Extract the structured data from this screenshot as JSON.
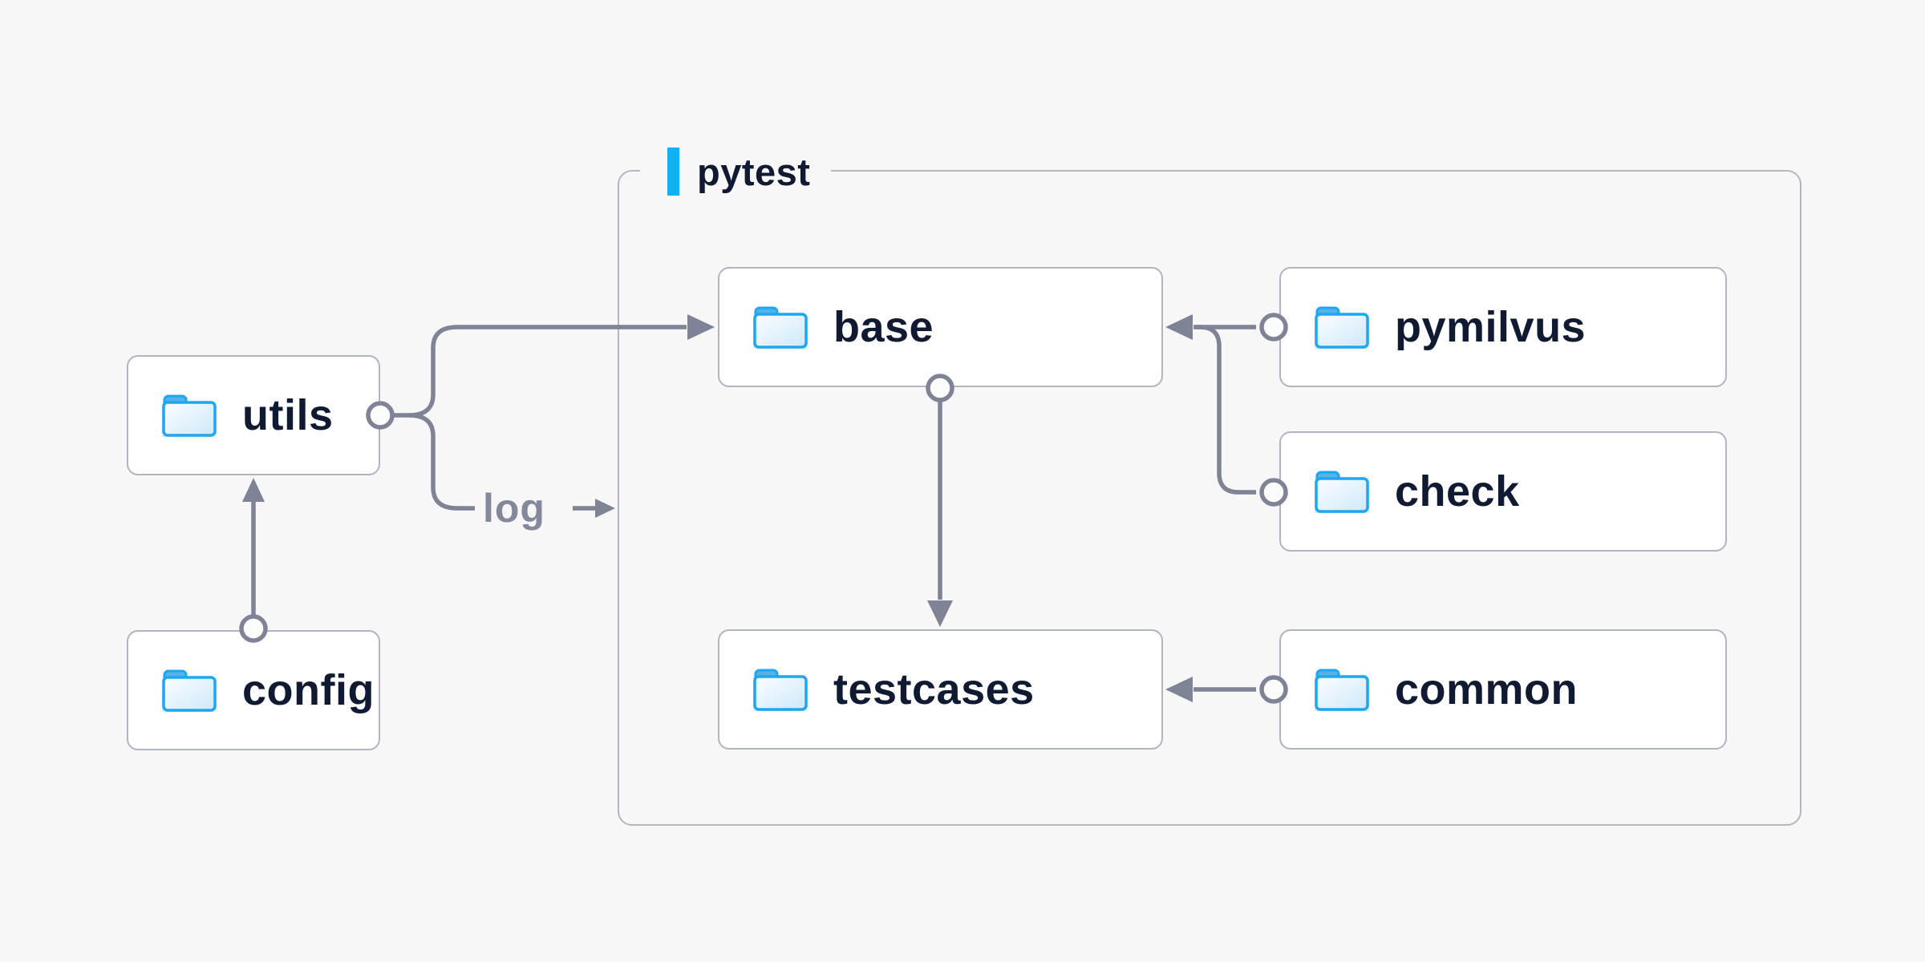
{
  "diagram": {
    "container": {
      "label": "pytest"
    },
    "nodes": [
      {
        "id": "utils",
        "label": "utils",
        "icon": "folder-icon",
        "inside_container": false
      },
      {
        "id": "config",
        "label": "config",
        "icon": "folder-icon",
        "inside_container": false
      },
      {
        "id": "base",
        "label": "base",
        "icon": "folder-icon",
        "inside_container": true
      },
      {
        "id": "testcases",
        "label": "testcases",
        "icon": "folder-icon",
        "inside_container": true
      },
      {
        "id": "pymilvus",
        "label": "pymilvus",
        "icon": "folder-icon",
        "inside_container": true
      },
      {
        "id": "check",
        "label": "check",
        "icon": "folder-icon",
        "inside_container": true
      },
      {
        "id": "common",
        "label": "common",
        "icon": "folder-icon",
        "inside_container": true
      }
    ],
    "edges": [
      {
        "from": "config",
        "to": "utils"
      },
      {
        "from": "utils",
        "to": "base"
      },
      {
        "from": "utils",
        "to": "log-label"
      },
      {
        "from": "pymilvus",
        "to": "base"
      },
      {
        "from": "check",
        "to": "base"
      },
      {
        "from": "base",
        "to": "testcases"
      },
      {
        "from": "common",
        "to": "testcases"
      }
    ],
    "edge_label": "log",
    "colors": {
      "background": "#f7f7f8",
      "accent_bar": "#12b1f2",
      "connector": "#7e8496",
      "node_border": "#b1b4c2",
      "node_fill": "#ffffff",
      "label_text": "#101b33",
      "edge_label_text": "#83889b",
      "folder_outline": "#1fa7f0",
      "folder_tab": "#54b3ea"
    }
  }
}
